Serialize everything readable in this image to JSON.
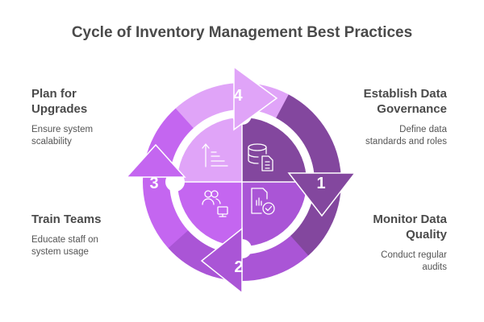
{
  "title": "Cycle of Inventory Management Best Practices",
  "steps": [
    {
      "number": "1",
      "title": "Establish Data Governance",
      "title_lines": [
        "Establish Data",
        "Governance"
      ],
      "description_lines": [
        "Define data",
        "standards and roles"
      ],
      "icon": "database-document-icon",
      "color": "#83479E"
    },
    {
      "number": "2",
      "title": "Monitor Data Quality",
      "title_lines": [
        "Monitor Data",
        "Quality"
      ],
      "description_lines": [
        "Conduct regular",
        "audits"
      ],
      "icon": "report-check-icon",
      "color": "#AA55D6"
    },
    {
      "number": "3",
      "title": "Train Teams",
      "title_lines": [
        "Train Teams"
      ],
      "description_lines": [
        "Educate staff on",
        "system usage"
      ],
      "icon": "users-computer-icon",
      "color": "#C466F0"
    },
    {
      "number": "4",
      "title": "Plan for Upgrades",
      "title_lines": [
        "Plan for",
        "Upgrades"
      ],
      "description_lines": [
        "Ensure system",
        "scalability"
      ],
      "icon": "scale-up-icon",
      "color": "#E0A4F8"
    }
  ]
}
